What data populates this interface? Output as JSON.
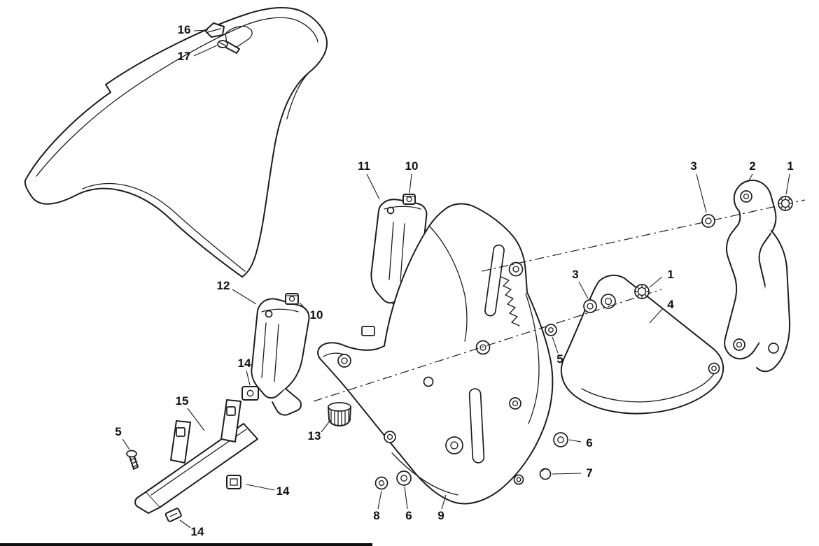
{
  "page": {
    "background_color": "#ffffff",
    "line_color": "#1d1d1d",
    "label_color": "#111111"
  },
  "diagram": {
    "type": "exploded-parts-diagram",
    "callouts": [
      {
        "label": "16"
      },
      {
        "label": "17"
      },
      {
        "label": "11"
      },
      {
        "label": "10"
      },
      {
        "label": "3"
      },
      {
        "label": "2"
      },
      {
        "label": "1"
      },
      {
        "label": "12"
      },
      {
        "label": "10"
      },
      {
        "label": "3"
      },
      {
        "label": "1"
      },
      {
        "label": "4"
      },
      {
        "label": "5"
      },
      {
        "label": "14"
      },
      {
        "label": "15"
      },
      {
        "label": "5"
      },
      {
        "label": "13"
      },
      {
        "label": "6"
      },
      {
        "label": "7"
      },
      {
        "label": "14"
      },
      {
        "label": "8"
      },
      {
        "label": "6"
      },
      {
        "label": "9"
      },
      {
        "label": "14"
      }
    ]
  }
}
